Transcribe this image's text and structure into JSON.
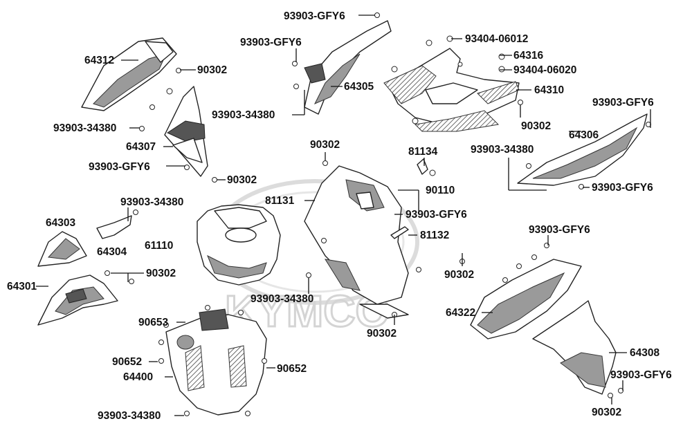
{
  "watermark": {
    "brand": "KYMCO"
  },
  "labels": [
    {
      "id": "l1",
      "text": "93903-GFY6"
    },
    {
      "id": "l2",
      "text": "93903-GFY6"
    },
    {
      "id": "l3",
      "text": "64312"
    },
    {
      "id": "l4",
      "text": "90302"
    },
    {
      "id": "l5",
      "text": "64305"
    },
    {
      "id": "l6",
      "text": "93903-34380"
    },
    {
      "id": "l7",
      "text": "93903-34380"
    },
    {
      "id": "l8",
      "text": "64307"
    },
    {
      "id": "l9",
      "text": "93903-GFY6"
    },
    {
      "id": "l10",
      "text": "90302"
    },
    {
      "id": "l11",
      "text": "93404-06012"
    },
    {
      "id": "l12",
      "text": "64316"
    },
    {
      "id": "l13",
      "text": "93404-06020"
    },
    {
      "id": "l14",
      "text": "64310"
    },
    {
      "id": "l15",
      "text": "90302"
    },
    {
      "id": "l16",
      "text": "93903-GFY6"
    },
    {
      "id": "l17",
      "text": "64306"
    },
    {
      "id": "l18",
      "text": "93903-34380"
    },
    {
      "id": "l19",
      "text": "93903-GFY6"
    },
    {
      "id": "l20",
      "text": "90302"
    },
    {
      "id": "l21",
      "text": "81134"
    },
    {
      "id": "l22",
      "text": "90110"
    },
    {
      "id": "l23",
      "text": "81131"
    },
    {
      "id": "l24",
      "text": "93903-GFY6"
    },
    {
      "id": "l25",
      "text": "81132"
    },
    {
      "id": "l26",
      "text": "93903-34380"
    },
    {
      "id": "l27",
      "text": "64303"
    },
    {
      "id": "l28",
      "text": "64304"
    },
    {
      "id": "l29",
      "text": "61110"
    },
    {
      "id": "l30",
      "text": "90302"
    },
    {
      "id": "l31",
      "text": "64301"
    },
    {
      "id": "l32",
      "text": "93903-34380"
    },
    {
      "id": "l33",
      "text": "90302"
    },
    {
      "id": "l34",
      "text": "93903-GFY6"
    },
    {
      "id": "l35",
      "text": "90302"
    },
    {
      "id": "l36",
      "text": "64322"
    },
    {
      "id": "l37",
      "text": "64308"
    },
    {
      "id": "l38",
      "text": "93903-GFY6"
    },
    {
      "id": "l39",
      "text": "90302"
    },
    {
      "id": "l40",
      "text": "90653"
    },
    {
      "id": "l41",
      "text": "90652"
    },
    {
      "id": "l42",
      "text": "90652"
    },
    {
      "id": "l43",
      "text": "64400"
    },
    {
      "id": "l44",
      "text": "93903-34380"
    }
  ]
}
